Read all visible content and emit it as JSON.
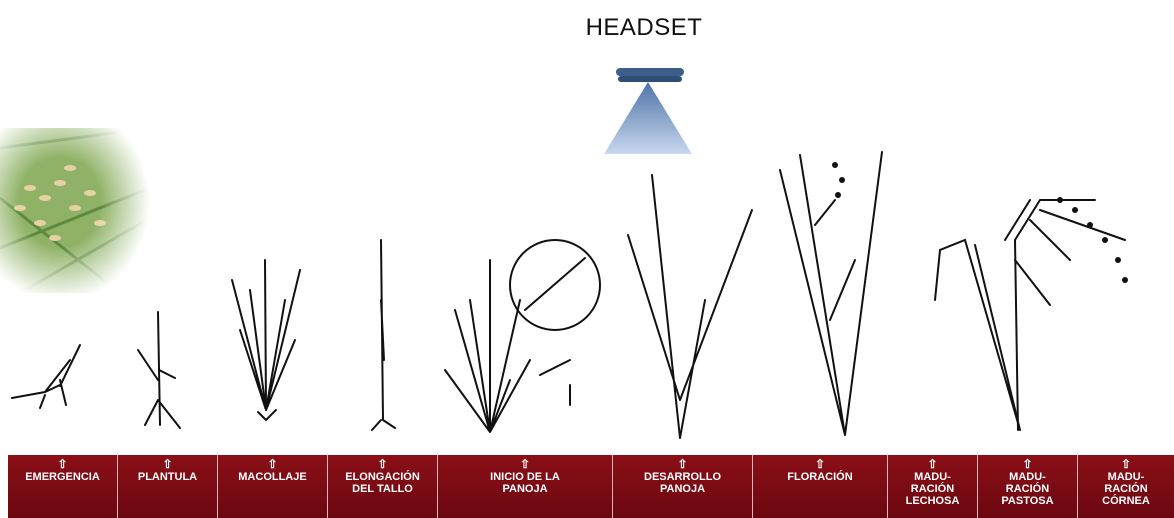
{
  "title": "HEADSET",
  "stages": [
    {
      "arrow": "⇧",
      "label": "EMERGENCIA"
    },
    {
      "arrow": "⇧",
      "label": "PLANTULA"
    },
    {
      "arrow": "⇧",
      "label": "MACOLLAJE"
    },
    {
      "arrow": "⇧",
      "label": "ELONGACIÓN\nDEL TALLO"
    },
    {
      "arrow": "⇧",
      "label": "INICIO DE LA\nPANOJA"
    },
    {
      "arrow": "⇧",
      "label": "DESARROLLO\nPANOJA"
    },
    {
      "arrow": "⇧",
      "label": "FLORACIÓN"
    },
    {
      "arrow": "⇧",
      "label": "MADU-\nRACIÓN\nLECHOSA"
    },
    {
      "arrow": "⇧",
      "label": "MADU-\nRACIÓN\nPASTOSA"
    },
    {
      "arrow": "⇧",
      "label": "MADU-\nRACIÓN\nCÓRNEA"
    }
  ],
  "colors": {
    "bar": "#7a0b12",
    "headset": "#3b5f8a",
    "cone": "#8aa7d2"
  }
}
